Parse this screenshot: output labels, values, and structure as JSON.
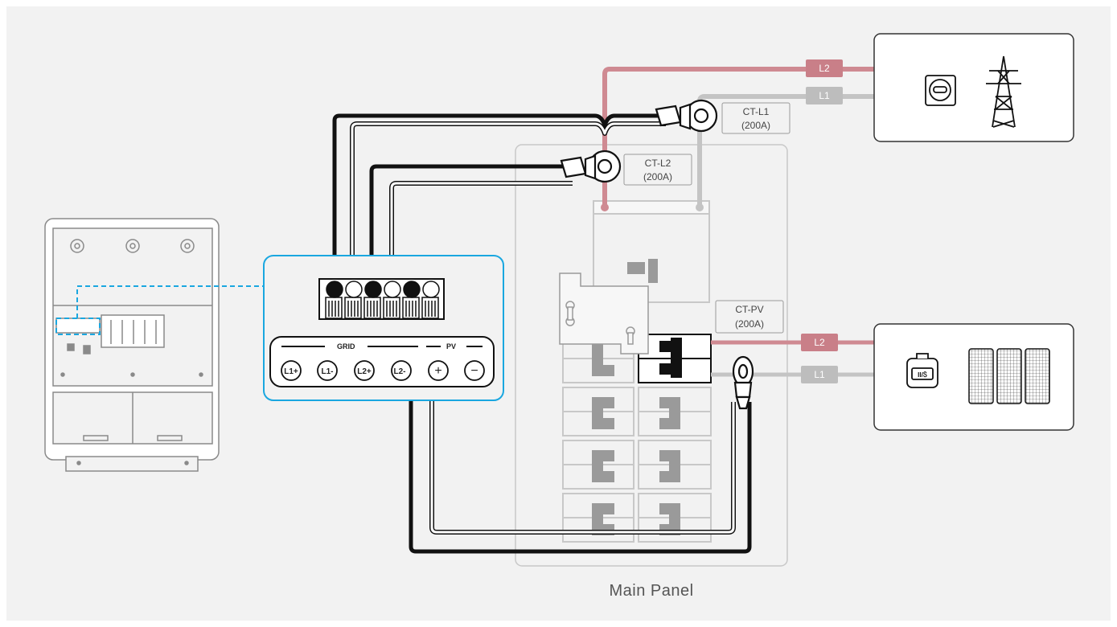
{
  "labels": {
    "main_panel": "Main Panel",
    "ct_l1_name": "CT-L1",
    "ct_l1_rating": "(200A)",
    "ct_l2_name": "CT-L2",
    "ct_l2_rating": "(200A)",
    "ct_pv_name": "CT-PV",
    "ct_pv_rating": "(200A)",
    "grid_l2": "L2",
    "grid_l1": "L1",
    "pv_l2": "L2",
    "pv_l1": "L1",
    "section_grid": "GRID",
    "section_pv": "PV",
    "terminal_l1_plus": "L1+",
    "terminal_l1_minus": "L1-",
    "terminal_l2_plus": "L2+",
    "terminal_l2_minus": "L2-",
    "terminal_pv_plus": "+",
    "terminal_pv_minus": "−",
    "microinverter_mark": "II/Ⴝ"
  },
  "colors": {
    "background": "#f2f2f2",
    "highlight_blue": "#1aa7e0",
    "l2_wire": "#cf8a92",
    "l2_tag": "#c97f88",
    "l1_wire": "#c4c4c4",
    "l1_tag": "#bdbdbd",
    "ct_wire_black": "#111111",
    "panel_outline": "#c8c8c8",
    "breaker_gray": "#9a9a9a"
  },
  "icons": [
    "utility-meter-icon",
    "transmission-tower-icon",
    "microinverter-icon",
    "solar-panel-icon",
    "current-transformer-clamp-icon",
    "inverter-unit-icon"
  ]
}
